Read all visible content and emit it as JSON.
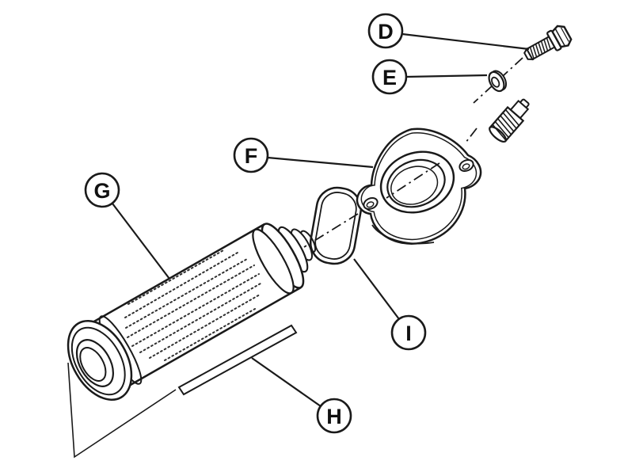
{
  "figure": {
    "kind": "exploded-parts-diagram",
    "background_color": "#ffffff",
    "line_color": "#1a1a1a"
  },
  "callouts": [
    {
      "label": "D",
      "part": "hex-bolt"
    },
    {
      "label": "E",
      "part": "sealing-washer"
    },
    {
      "label": "F",
      "part": "cover-flange"
    },
    {
      "label": "G",
      "part": "strainer-screen"
    },
    {
      "label": "H",
      "part": "rod"
    },
    {
      "label": "I",
      "part": "o-ring"
    }
  ]
}
